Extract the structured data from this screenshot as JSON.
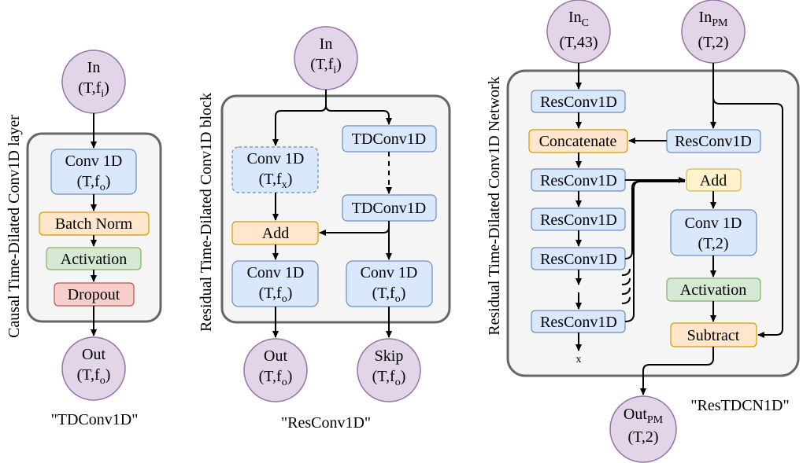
{
  "diagram": {
    "p1": {
      "side_title": "Causal Time-Dilated Conv1D layer",
      "caption": "\"TDConv1D\"",
      "in": {
        "main": "In",
        "pre": "(T,f",
        "sub": "i",
        "post": ")"
      },
      "conv": {
        "main": "Conv 1D",
        "pre": "(T,f",
        "sub": "o",
        "post": ")"
      },
      "batchnorm": "Batch Norm",
      "activation": "Activation",
      "dropout": "Dropout",
      "out": {
        "main": "Out",
        "pre": "(T,f",
        "sub": "o",
        "post": ")"
      }
    },
    "p2": {
      "side_title": "Residual Time-Dilated Conv1D block",
      "caption": "\"ResConv1D\"",
      "in": {
        "main": "In",
        "pre": "(T,f",
        "sub": "i",
        "post": ")"
      },
      "conv_x": {
        "main": "Conv 1D",
        "pre": "(T,f",
        "sub": "x",
        "post": ")"
      },
      "tdconv_a": "TDConv1D",
      "tdconv_b": "TDConv1D",
      "add": "Add",
      "conv_out": {
        "main": "Conv 1D",
        "pre": "(T,f",
        "sub": "o",
        "post": ")"
      },
      "conv_skip": {
        "main": "Conv 1D",
        "pre": "(T,f",
        "sub": "o",
        "post": ")"
      },
      "out": {
        "main": "Out",
        "pre": "(T,f",
        "sub": "o",
        "post": ")"
      },
      "skip": {
        "main": "Skip",
        "pre": "(T,f",
        "sub": "o",
        "post": ")"
      }
    },
    "p3": {
      "side_title": "Residual Time-Dilated Conv1D Network",
      "caption": "\"ResTDCN1D\"",
      "in_c": {
        "main": "In",
        "sub": "C",
        "dims": "(T,43)"
      },
      "in_pm": {
        "main": "In",
        "sub": "PM",
        "dims": "(T,2)"
      },
      "resconv_1": "ResConv1D",
      "concatenate": "Concatenate",
      "resconv_pm": "ResConv1D",
      "resconv_2": "ResConv1D",
      "resconv_3": "ResConv1D",
      "resconv_4": "ResConv1D",
      "resconv_5": "ResConv1D",
      "add": "Add",
      "conv": {
        "main": "Conv 1D",
        "dims": "(T,2)"
      },
      "activation": "Activation",
      "subtract": "Subtract",
      "x_mark": "x",
      "out_pm": {
        "main": "Out",
        "sub": "PM",
        "dims": "(T,2)"
      }
    }
  }
}
